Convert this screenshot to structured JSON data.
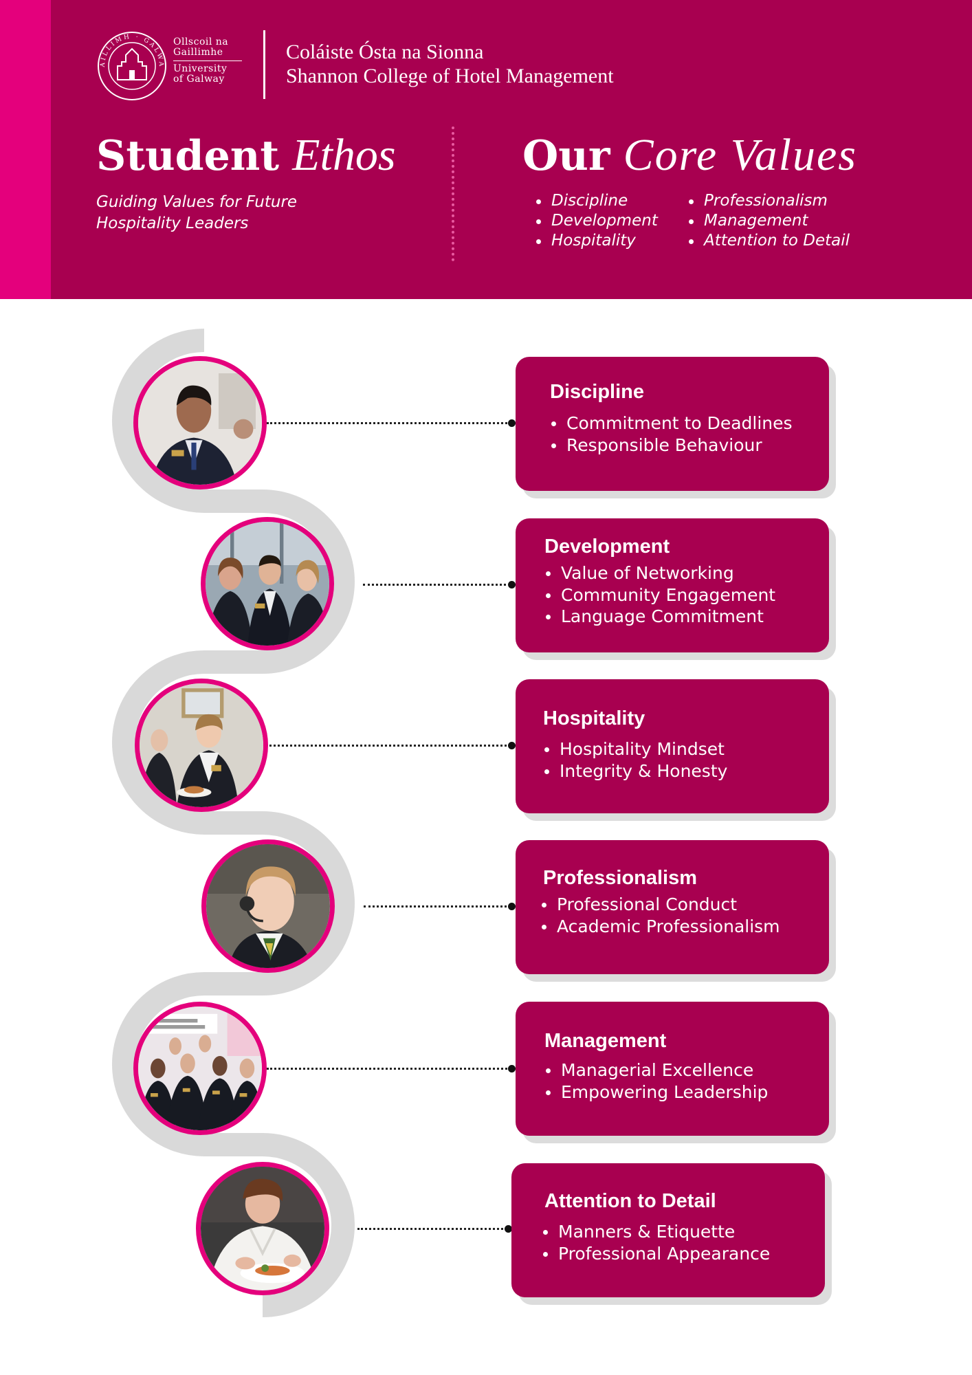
{
  "header": {
    "university_irish": [
      "Ollscoil na",
      "Gaillimhe"
    ],
    "university_english": [
      "University",
      "of Galway"
    ],
    "seal_text": "GAILLIMH · GALWAY",
    "college_irish": "Coláiste Ósta na Sionna",
    "college_english": "Shannon College of Hotel Management",
    "ethos_title_bold": "Student",
    "ethos_title_italic": "Ethos",
    "ethos_subtitle": "Guiding Values for Future Hospitality Leaders",
    "values_title_bold": "Our",
    "values_title_italic": "Core Values",
    "core_values": [
      "Discipline",
      "Development",
      "Hospitality",
      "Professionalism",
      "Management",
      "Attention to Detail"
    ]
  },
  "values": [
    {
      "title": "Discipline",
      "items": [
        "Commitment to Deadlines",
        "Responsible Behaviour"
      ],
      "photo": "student-in-lecture-photo"
    },
    {
      "title": "Development",
      "items": [
        "Value of Networking",
        "Community Engagement",
        "Language Commitment"
      ],
      "photo": "students-networking-photo"
    },
    {
      "title": "Hospitality",
      "items": [
        "Hospitality Mindset",
        "Integrity & Honesty"
      ],
      "photo": "student-serving-food-photo"
    },
    {
      "title": "Professionalism",
      "items": [
        "Professional Conduct",
        "Academic Professionalism"
      ],
      "photo": "student-with-headset-photo"
    },
    {
      "title": "Management",
      "items": [
        "Managerial Excellence",
        "Empowering Leadership"
      ],
      "photo": "student-group-photo"
    },
    {
      "title": "Attention to Detail",
      "items": [
        "Manners & Etiquette",
        "Professional Appearance"
      ],
      "photo": "chef-plating-photo"
    }
  ],
  "colors": {
    "brand": "#a80050",
    "accent": "#e4007c",
    "wave": "#d9d9d9"
  }
}
